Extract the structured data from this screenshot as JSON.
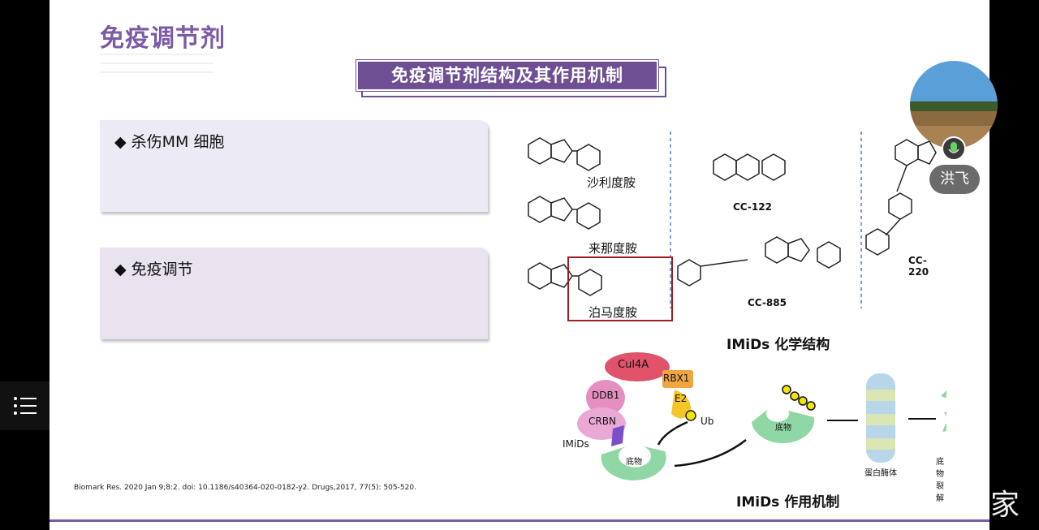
{
  "slide": {
    "title": "免疫调节剂",
    "header": "免疫调节剂结构及其作用机制",
    "bullets": [
      "◆ 杀伤MM 细胞",
      "◆ 免疫调节"
    ],
    "citation": "Biomark Res. 2020 Jan 9;8:2. doi: 10.1186/s40364-020-0182-y2. Drugs,2017, 77(5): 505-520."
  },
  "structures": {
    "molecules": [
      "沙利度胺",
      "来那度胺",
      "泊马度胺"
    ],
    "cc_compounds": [
      "CC-122",
      "CC-885",
      "CC-220"
    ],
    "section_title": "IMiDs 化学结构"
  },
  "mechanism": {
    "complex": [
      "Cul4A",
      "RBX1",
      "E2",
      "DDB1",
      "CRBN",
      "IMiDs",
      "Ub"
    ],
    "substrate": "底物",
    "proteasome": "蛋白酶体",
    "degradation": "底物裂解",
    "section_title": "IMiDs 作用机制"
  },
  "overlay": {
    "participant_name": "洪飞",
    "watermark": "家"
  },
  "colors": {
    "accent": "#7b5aa6",
    "header_bg": "#6e4f93",
    "redbox": "#a01c24"
  }
}
